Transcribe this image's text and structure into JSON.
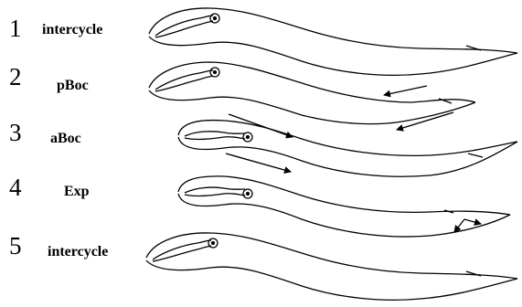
{
  "figure": {
    "stages": [
      {
        "number": "1",
        "label": "intercycle",
        "variant": "resting",
        "arrows": []
      },
      {
        "number": "2",
        "label": "pBoc",
        "variant": "posterior-contraction",
        "arrows": [
          "anterior-left",
          "anterior-left"
        ]
      },
      {
        "number": "3",
        "label": "aBoc",
        "variant": "anterior-contraction",
        "arrows": [
          "posterior-right",
          "posterior-right"
        ]
      },
      {
        "number": "4",
        "label": "Exp",
        "variant": "expulsion",
        "arrows": [
          "tail-out"
        ]
      },
      {
        "number": "5",
        "label": "intercycle",
        "variant": "resting",
        "arrows": []
      }
    ],
    "stroke_color": "#000000"
  }
}
